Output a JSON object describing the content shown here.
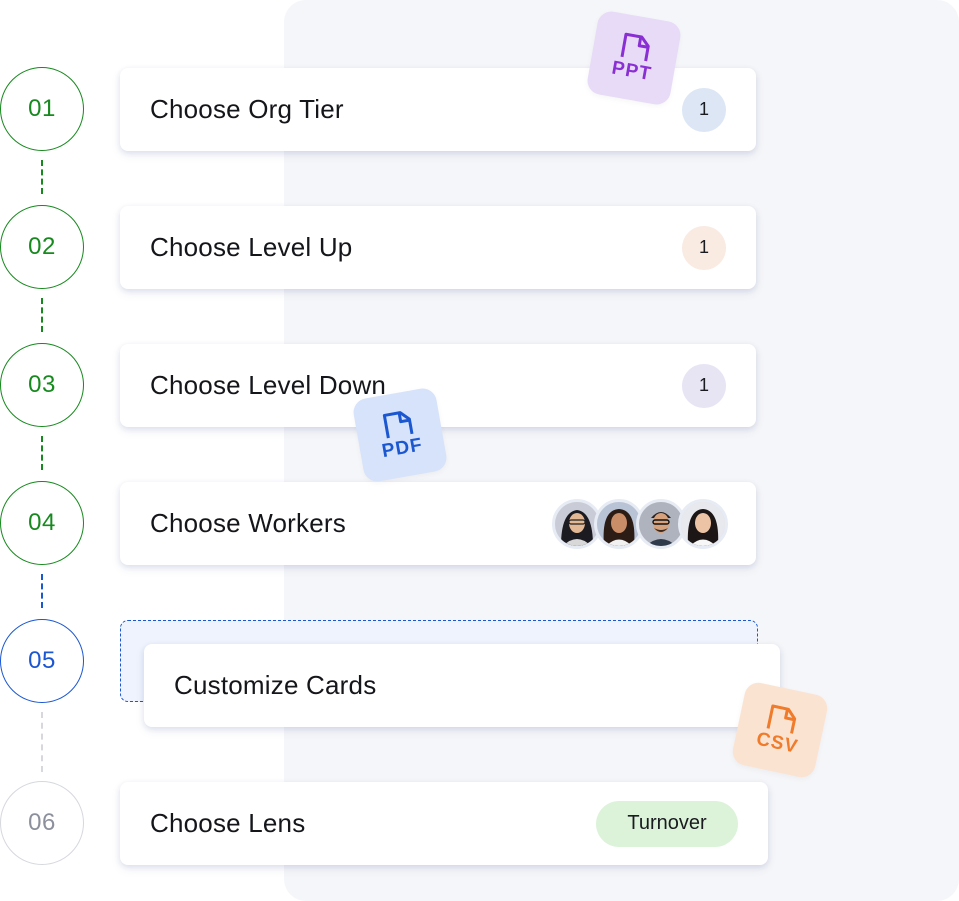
{
  "steps": [
    {
      "number": "01",
      "label": "Choose Org Tier",
      "status": "done",
      "badge": "1",
      "badge_color": "#dce6f5"
    },
    {
      "number": "02",
      "label": "Choose Level Up",
      "status": "done",
      "badge": "1",
      "badge_color": "#f9eae2"
    },
    {
      "number": "03",
      "label": "Choose Level Down",
      "status": "done",
      "badge": "1",
      "badge_color": "#e7e4f4"
    },
    {
      "number": "04",
      "label": "Choose Workers",
      "status": "done"
    },
    {
      "number": "05",
      "label": "Customize Cards",
      "status": "active"
    },
    {
      "number": "06",
      "label": "Choose Lens",
      "status": "pending",
      "pill": "Turnover",
      "pill_color": "#dcf3da"
    }
  ],
  "workers": [
    {
      "name": "worker-avatar-1"
    },
    {
      "name": "worker-avatar-2"
    },
    {
      "name": "worker-avatar-3"
    },
    {
      "name": "worker-avatar-4"
    }
  ],
  "file_tiles": [
    {
      "label": "PPT",
      "icon": "file-ppt-icon",
      "color": "#8a2fd3",
      "bg": "#e7dbf7"
    },
    {
      "label": "PDF",
      "icon": "file-pdf-icon",
      "color": "#1b57d1",
      "bg": "#d7e3fa"
    },
    {
      "label": "CSV",
      "icon": "file-csv-icon",
      "color": "#ef7b2b",
      "bg": "#fbe3d2"
    }
  ],
  "colors": {
    "done": "#17891e",
    "active": "#1b57d1",
    "pending": "#8c909c",
    "panel_bg": "#f5f6f9"
  }
}
